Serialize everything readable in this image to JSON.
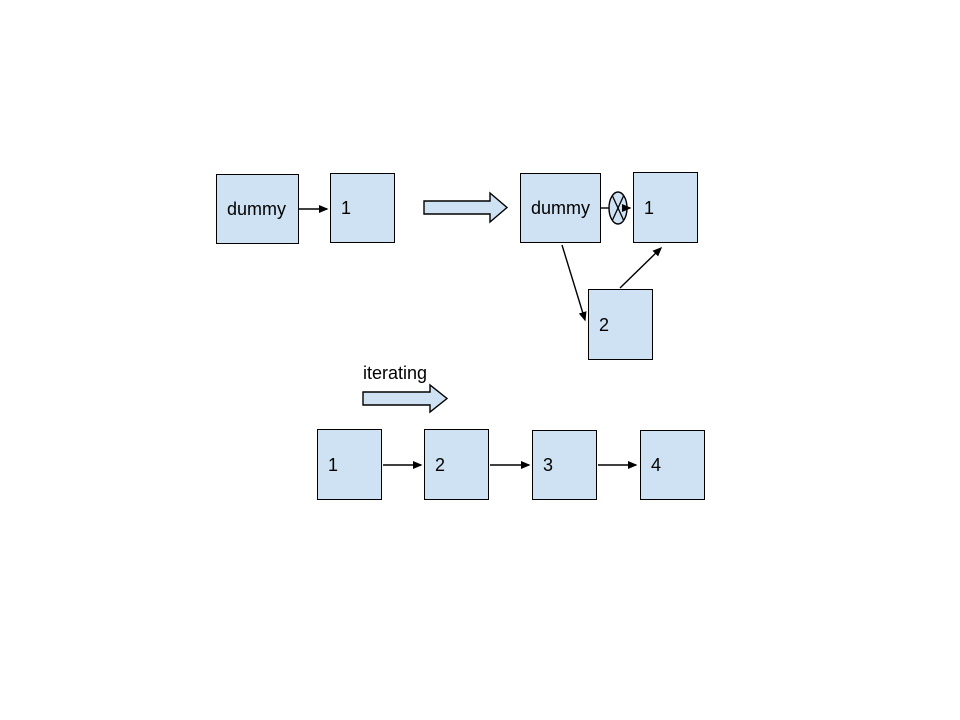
{
  "colors": {
    "canvas_bg": "#ffffff",
    "node_fill": "#cfe2f3",
    "node_border": "#000000",
    "arrow_color": "#000000",
    "label_color": "#000000"
  },
  "icons": {
    "crossed_pointer": "⊗",
    "block_arrow": "⇨"
  },
  "step_before": {
    "nodes": [
      {
        "label": "dummy"
      },
      {
        "label": "1"
      }
    ]
  },
  "step_after": {
    "nodes": [
      {
        "label": "dummy"
      },
      {
        "label": "1"
      },
      {
        "label": "2"
      }
    ]
  },
  "iterating": {
    "label": "iterating"
  },
  "final_list": {
    "nodes": [
      {
        "label": "1"
      },
      {
        "label": "2"
      },
      {
        "label": "3"
      },
      {
        "label": "4"
      }
    ]
  }
}
